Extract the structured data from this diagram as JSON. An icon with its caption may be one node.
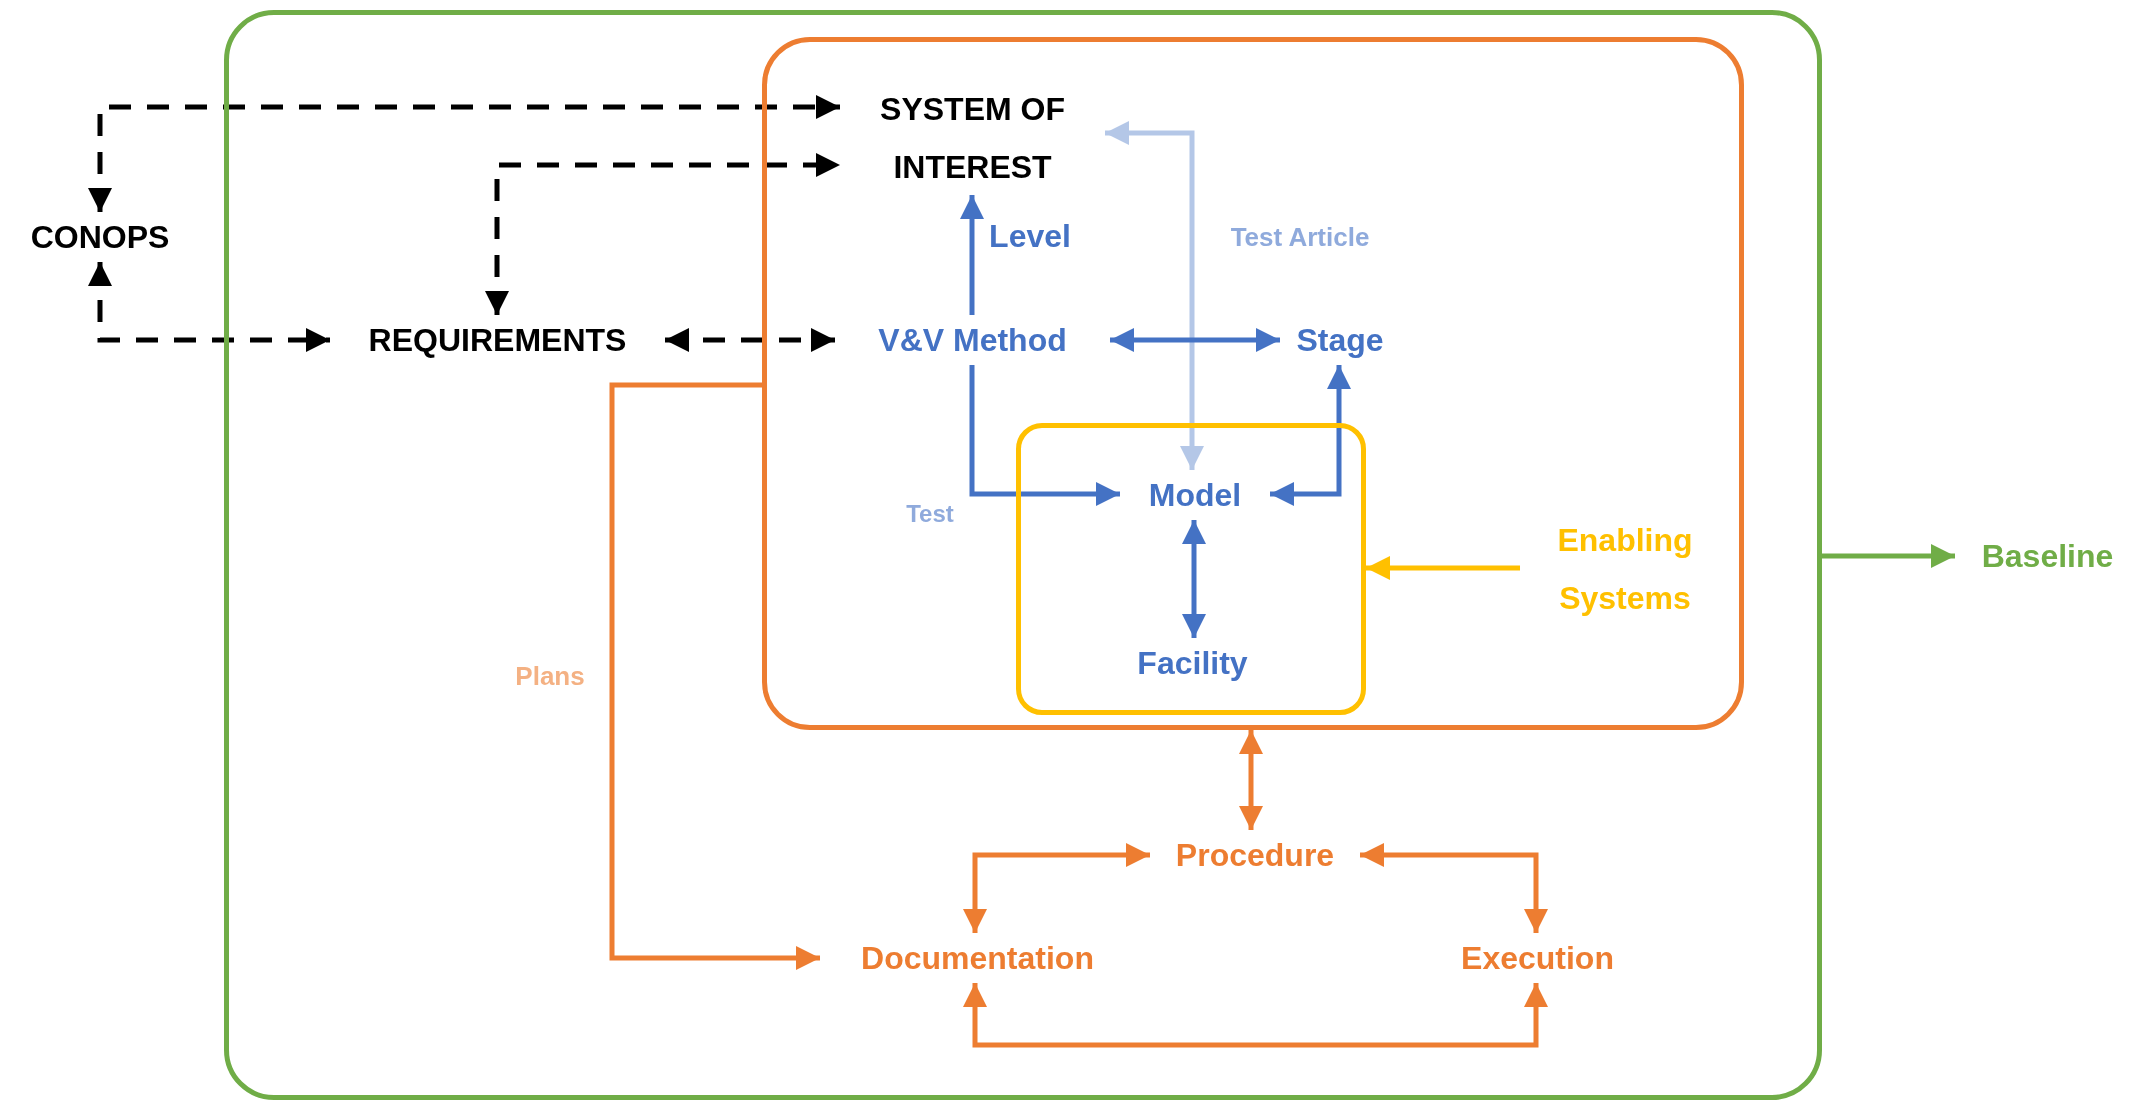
{
  "diagram": {
    "nodes": [
      {
        "text": [],
        "shape": "box"
      },
      {
        "text": [
          "CONOPS"
        ]
      },
      {
        "text": [],
        "shape": "box",
        "in": 0
      },
      {
        "text": [
          "SYSTEM OF INTEREST"
        ],
        "in": 2
      },
      {
        "text": [
          "REQUIREMENTS"
        ],
        "in": 0
      },
      {
        "text": [
          "V&V Method"
        ],
        "in": 2
      },
      {
        "text": [
          "Stage"
        ],
        "in": 2
      },
      {
        "text": [],
        "shape": "box",
        "in": 2
      },
      {
        "text": [
          "Model"
        ],
        "in": 7
      },
      {
        "text": [
          "Facility"
        ],
        "in": 7
      },
      {
        "text": [
          "Enabling Systems"
        ],
        "in": 2
      },
      {
        "text": [
          "Baseline"
        ]
      },
      {
        "text": [
          "Procedure"
        ],
        "in": 0
      },
      {
        "text": [
          "Documentation"
        ],
        "in": 0
      },
      {
        "text": [
          "Execution"
        ],
        "in": 0
      }
    ],
    "edges": [
      {
        "from": 1,
        "to": 3,
        "arrow": "both",
        "style": "dashed",
        "color": "#000000"
      },
      {
        "from": 4,
        "to": 3,
        "arrow": "both",
        "style": "dashed",
        "color": "#000000"
      },
      {
        "from": 1,
        "to": 4,
        "arrow": "both",
        "style": "dashed",
        "color": "#000000"
      },
      {
        "from": 4,
        "to": 5,
        "arrow": "both",
        "style": "dashed",
        "color": "#000000"
      },
      {
        "from": 5,
        "to": 3,
        "arrow": "to",
        "label": "Level",
        "color": "#4472c4"
      },
      {
        "from": 3,
        "to": 8,
        "arrow": "both",
        "label": "Test Article",
        "color": "#b4c7e7"
      },
      {
        "from": 5,
        "to": 6,
        "arrow": "both",
        "color": "#4472c4"
      },
      {
        "from": 5,
        "to": 8,
        "arrow": "to",
        "label": "Test",
        "color": "#4472c4"
      },
      {
        "from": 6,
        "to": 8,
        "arrow": "both",
        "color": "#4472c4"
      },
      {
        "from": 8,
        "to": 9,
        "arrow": "both",
        "color": "#4472c4"
      },
      {
        "from": 10,
        "to": 7,
        "arrow": "to",
        "color": "#ffc000"
      },
      {
        "from": 0,
        "to": 11,
        "arrow": "to",
        "color": "#70ad47"
      },
      {
        "from": 2,
        "to": 12,
        "arrow": "both",
        "color": "#ed7d31"
      },
      {
        "from": 12,
        "to": 13,
        "arrow": "both",
        "color": "#ed7d31"
      },
      {
        "from": 12,
        "to": 14,
        "arrow": "both",
        "color": "#ed7d31"
      },
      {
        "from": 13,
        "to": 14,
        "arrow": "both",
        "color": "#ed7d31"
      },
      {
        "from": 2,
        "to": 13,
        "arrow": "to",
        "label": "Plans",
        "color": "#ed7d31"
      }
    ]
  }
}
